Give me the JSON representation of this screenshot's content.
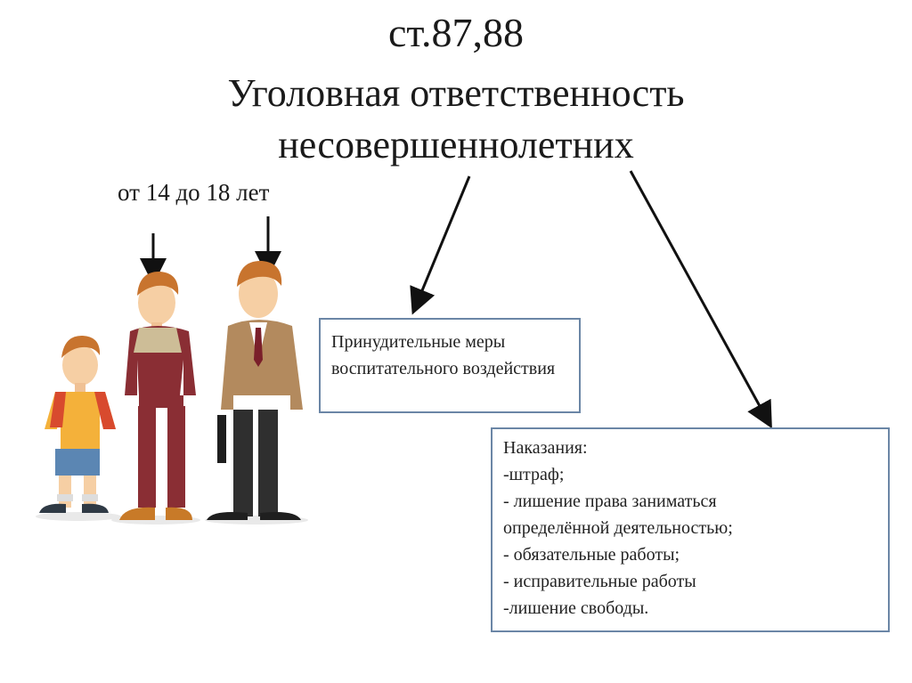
{
  "slide": {
    "title_article": "ст.87,88",
    "title_main": "Уголовная ответственность несовершеннолетних",
    "age_range": "от 14 до 18 лет"
  },
  "measures_box": {
    "text": "Принудительные меры воспитательного воздействия"
  },
  "punishments_box": {
    "heading": "Наказания:",
    "items": [
      "-штраф;",
      "- лишение права заниматься",
      "определённой деятельностью;",
      "- обязательные работы;",
      "- исправительные работы",
      "-лишение свободы."
    ]
  },
  "colors": {
    "box_border": "#6b86a6",
    "arrow": "#111111"
  }
}
